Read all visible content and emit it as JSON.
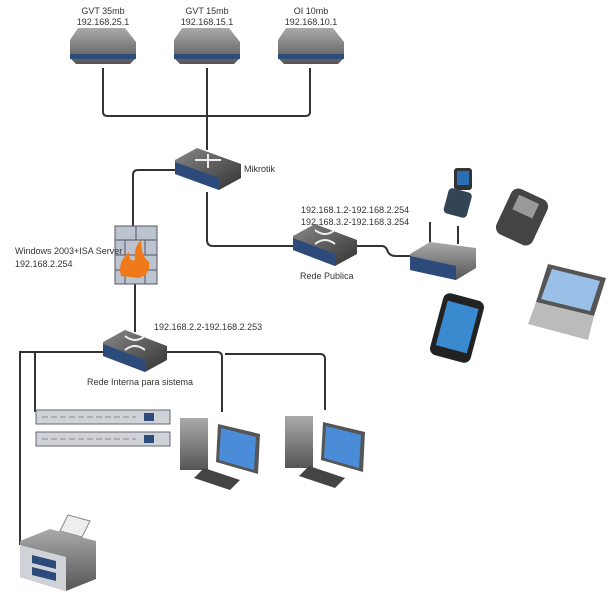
{
  "routers": [
    {
      "name": "GVT 35mb",
      "ip": "192.168.25.1"
    },
    {
      "name": "GVT 15mb",
      "ip": "192.168.15.1"
    },
    {
      "name": "OI 10mb",
      "ip": "192.168.10.1"
    }
  ],
  "mikrotik": {
    "label": "Mikrotik"
  },
  "firewall": {
    "label": "Windows 2003+ISA Server",
    "ip": "192.168.2.254"
  },
  "public_switch": {
    "label": "Rede Publica",
    "range1": "192.168.1.2-192.168.2.254",
    "range2": "192.168.3.2-192.168.3.254"
  },
  "internal_switch": {
    "label": "Rede Interna para sistema",
    "range": "192.168.2.2-192.168.2.253"
  },
  "colors": {
    "line": "#333333",
    "device": "#6b6b6b",
    "port": "#2c4a7a",
    "flame": "#f07a1a",
    "screen": "#2a6fb5"
  }
}
